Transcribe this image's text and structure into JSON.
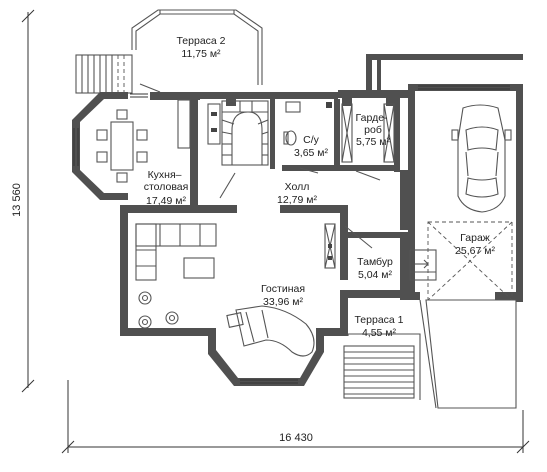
{
  "dimensions": {
    "width_total": "16 430",
    "height_total": "13 560"
  },
  "rooms": [
    {
      "id": "terrace2",
      "name": "Терраса 2",
      "area": "11,75 м²"
    },
    {
      "id": "kitchen",
      "name": "Кухня–\nстоловая",
      "area": "17,49 м²"
    },
    {
      "id": "wc",
      "name": "С/у",
      "area": "3,65 м²"
    },
    {
      "id": "wardrobe",
      "name": "Гарде-\nроб",
      "area": "5,75 м²"
    },
    {
      "id": "hall",
      "name": "Холл",
      "area": "12,79 м²"
    },
    {
      "id": "garage",
      "name": "Гараж",
      "area": "25,67 м²"
    },
    {
      "id": "tambour",
      "name": "Тамбур",
      "area": "5,04 м²"
    },
    {
      "id": "living",
      "name": "Гостиная",
      "area": "33,96 м²"
    },
    {
      "id": "terrace1",
      "name": "Терраса 1",
      "area": "4,55 м²"
    }
  ]
}
